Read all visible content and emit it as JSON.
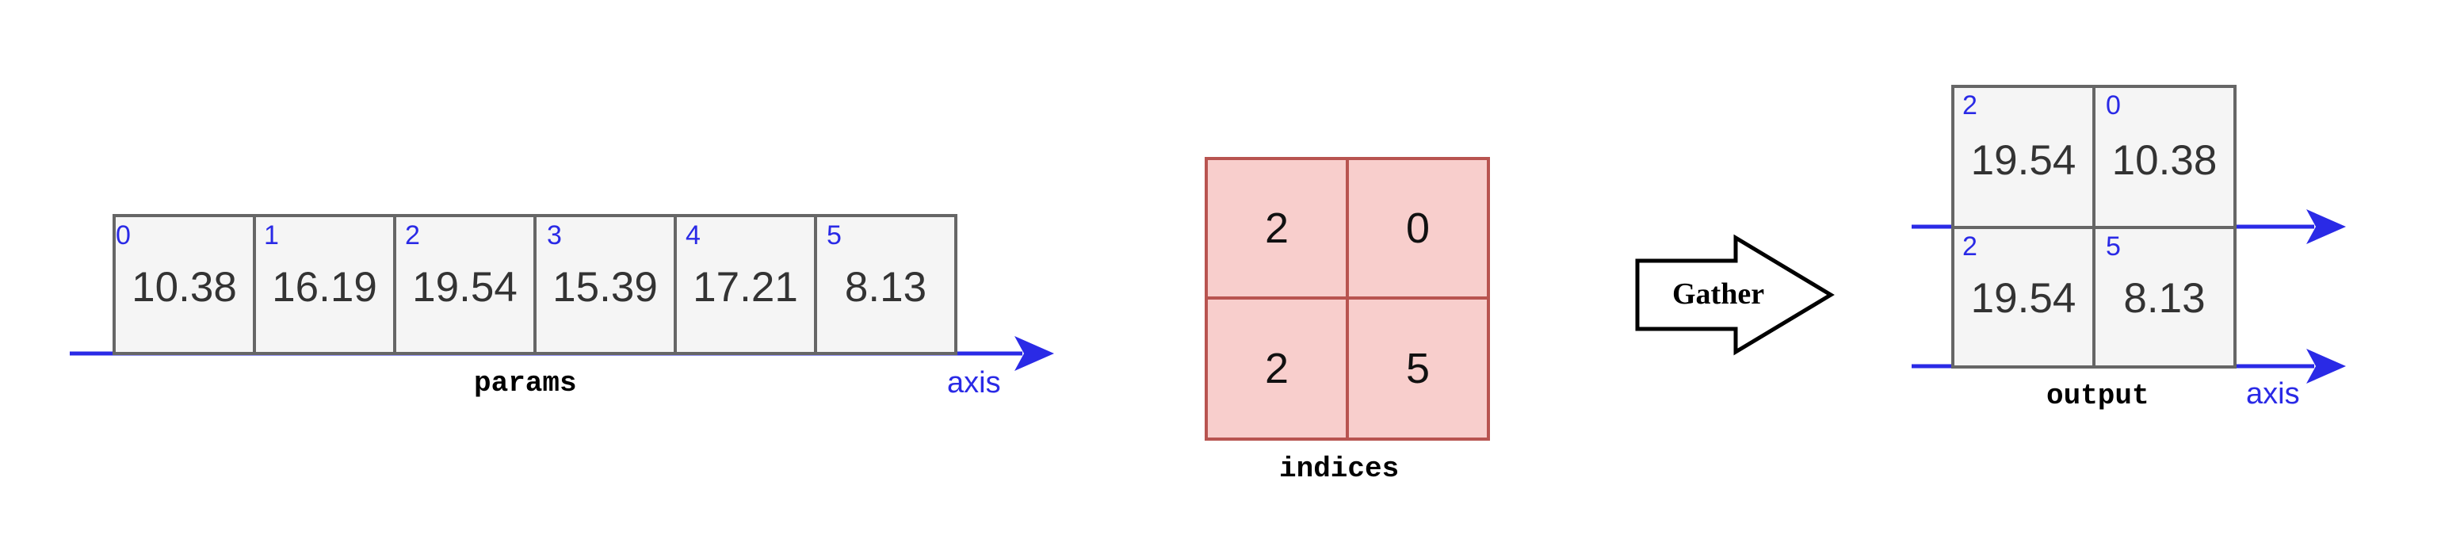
{
  "params": {
    "label": "params",
    "axis_label": "axis",
    "cells": [
      {
        "index": "0",
        "value": "10.38"
      },
      {
        "index": "1",
        "value": "16.19"
      },
      {
        "index": "2",
        "value": "19.54"
      },
      {
        "index": "3",
        "value": "15.39"
      },
      {
        "index": "4",
        "value": "17.21"
      },
      {
        "index": "5",
        "value": "8.13"
      }
    ]
  },
  "indices": {
    "label": "indices",
    "grid": [
      [
        "2",
        "0"
      ],
      [
        "2",
        "5"
      ]
    ]
  },
  "gather": {
    "label": "Gather"
  },
  "output": {
    "label": "output",
    "axis_label": "axis",
    "grid": [
      [
        {
          "index": "2",
          "value": "19.54"
        },
        {
          "index": "0",
          "value": "10.38"
        }
      ],
      [
        {
          "index": "2",
          "value": "19.54"
        },
        {
          "index": "5",
          "value": "8.13"
        }
      ]
    ]
  },
  "colors": {
    "axis": "#2a2ae6",
    "cell_fill": "#f5f5f5",
    "cell_border": "#666666",
    "index_fill": "#f8cecc",
    "index_border": "#b85450"
  }
}
